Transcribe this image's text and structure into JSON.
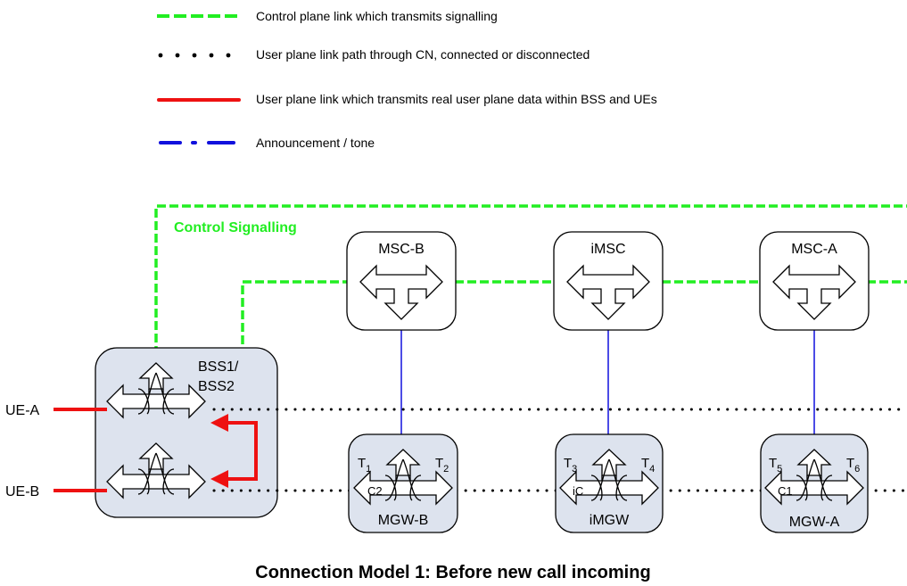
{
  "legend": {
    "control": "Control plane link which transmits signalling",
    "user_path": "User plane link path through CN, connected or disconnected",
    "user_real": "User plane link which transmits real user plane data within BSS and UEs",
    "announcement": "Announcement / tone"
  },
  "labels": {
    "control_signalling": "Control Signalling",
    "msc_b": "MSC-B",
    "imsc": "iMSC",
    "msc_a": "MSC-A",
    "bss_line1": "BSS1/",
    "bss_line2": "BSS2",
    "ue_a": "UE-A",
    "ue_b": "UE-B",
    "mgw_b": "MGW-B",
    "imgw": "iMGW",
    "mgw_a": "MGW-A",
    "t1": "T",
    "t1_sub": "1",
    "t2": "T",
    "t2_sub": "2",
    "t3": "T",
    "t3_sub": "3",
    "t4": "T",
    "t4_sub": "4",
    "t5": "T",
    "t5_sub": "5",
    "t6": "T",
    "t6_sub": "6",
    "c2": "C2",
    "ic": "iC",
    "c1": "C1"
  },
  "caption": "Connection Model 1: Before new call incoming",
  "colors": {
    "control": "#22ee22",
    "user_real": "#ee1111",
    "announcement": "#1111dd",
    "node_fill": "#dde3ee"
  }
}
